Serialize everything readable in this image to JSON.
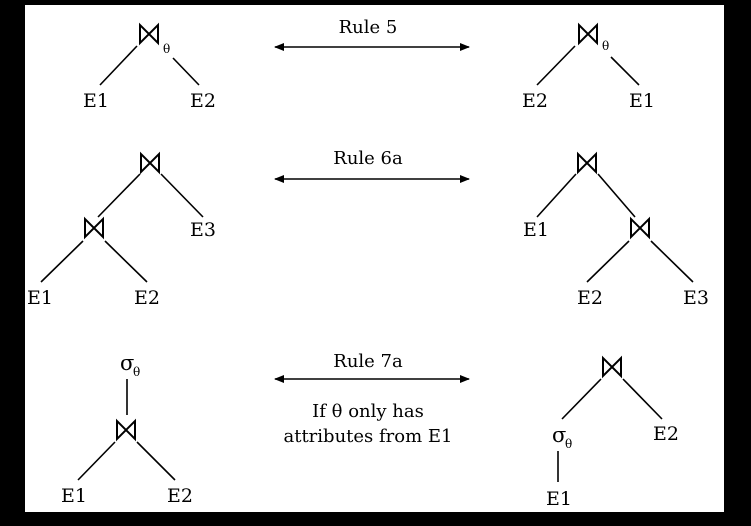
{
  "rules": {
    "rule5": "Rule 5",
    "rule6a": "Rule 6a",
    "rule7a": "Rule 7a",
    "note_line1": "If θ only has",
    "note_line2": "attributes from E1"
  },
  "rule5_left": {
    "join_sub": "θ",
    "left": "E1",
    "right": "E2"
  },
  "rule5_right": {
    "join_sub": "θ",
    "left": "E2",
    "right": "E1"
  },
  "rule6a_left": {
    "e1": "E1",
    "e2": "E2",
    "e3": "E3"
  },
  "rule6a_right": {
    "e1": "E1",
    "e2": "E2",
    "e3": "E3"
  },
  "rule7a_left": {
    "sigma": "σ",
    "sigma_sub": "θ",
    "e1": "E1",
    "e2": "E2"
  },
  "rule7a_right": {
    "sigma": "σ",
    "sigma_sub": "θ",
    "e1": "E1",
    "e2": "E2"
  }
}
